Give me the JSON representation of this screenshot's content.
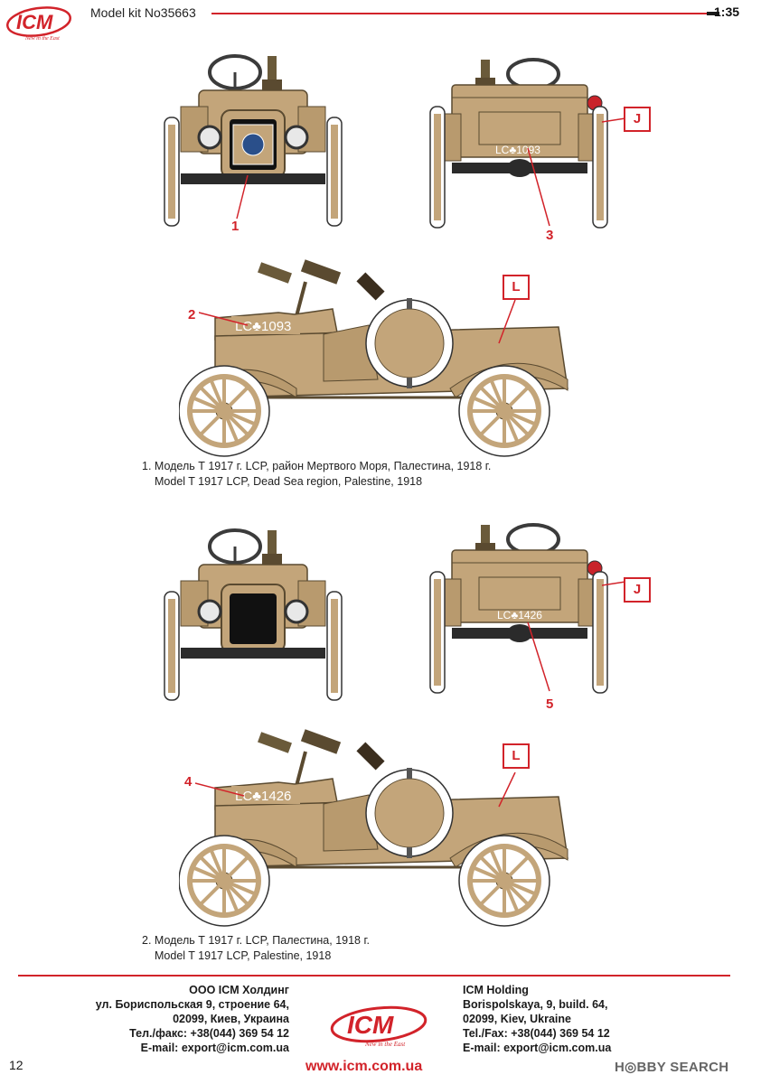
{
  "header": {
    "brand": "ICM",
    "tagline": "New in the East",
    "kit": "Model kit No35663",
    "scale": "1:35"
  },
  "schemes": [
    {
      "callouts": {
        "front": "1",
        "rear": "3",
        "side": "2",
        "rear_lamp": "J",
        "side_body": "L"
      },
      "plate": "LC♣1093",
      "caption_ru": "1. Модель Т 1917 г. LCP, район Мертвого Моря, Палестина, 1918 г.",
      "caption_en": "Model T 1917 LCP, Dead Sea region, Palestine, 1918"
    },
    {
      "callouts": {
        "front": "",
        "rear": "5",
        "side": "4",
        "rear_lamp": "J",
        "side_body": "L"
      },
      "plate": "LC♣1426",
      "caption_ru": "2. Модель Т 1917 г. LCP, Палестина, 1918 г.",
      "caption_en": "Model T 1917 LCP, Palestine, 1918"
    }
  ],
  "footer": {
    "ru": {
      "name": "ООО ICM Холдинг",
      "street": "ул. Бориспольская 9, строение 64,",
      "city": "02099, Киев, Украина",
      "phone": "Тел./факс: +38(044) 369 54 12",
      "email": "E-mail: export@icm.com.ua"
    },
    "en": {
      "name": "ICM Holding",
      "street": "Borispolskaya, 9, build. 64,",
      "city": "02099, Kiev, Ukraine",
      "phone": "Tel./Fax: +38(044) 369 54 12",
      "email": "E-mail: export@icm.com.ua"
    },
    "page": "12",
    "url": "www.icm.com.ua",
    "watermark": "H◎BBY SEARCH"
  },
  "colors": {
    "accent": "#d2232a",
    "body": "#c3a57a",
    "tire": "#ffffff",
    "dark": "#2b2b2b"
  }
}
